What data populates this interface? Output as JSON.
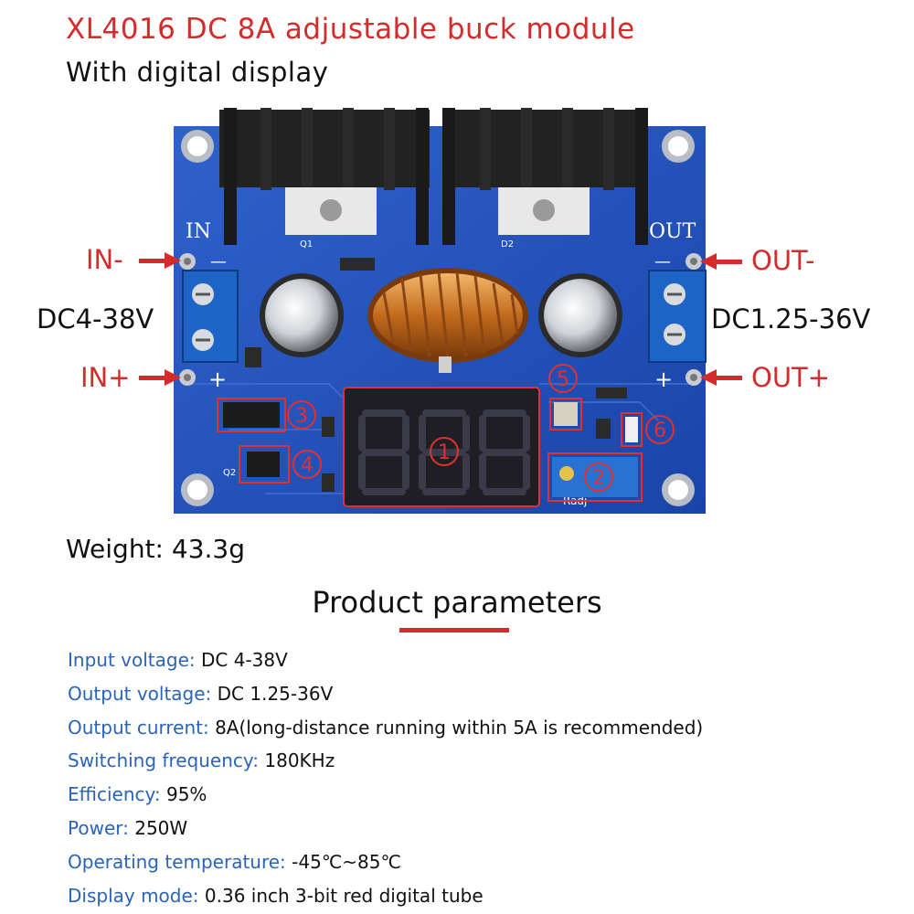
{
  "header": {
    "title": "XL4016 DC 8A adjustable buck module",
    "subtitle": "With digital display"
  },
  "board": {
    "silkscreen_in": "IN",
    "silkscreen_out": "OUT",
    "silkscreen_q1": "Q1",
    "silkscreen_d2": "D2",
    "silkscreen_q2": "Q2",
    "silkscreen_radj": "Radj",
    "silkscreen_minus": "—",
    "silkscreen_plus": "+",
    "markers": [
      "1",
      "2",
      "3",
      "4",
      "5",
      "6"
    ],
    "colors": {
      "pcb": "#1f4fb8",
      "heatsink": "#1d1d1d",
      "marker": "#e03030",
      "display_segment": "#1a1a2a"
    }
  },
  "labels": {
    "in_minus": "IN-",
    "in_plus": "IN+",
    "out_minus": "OUT-",
    "out_plus": "OUT+",
    "input_range": "DC4-38V",
    "output_range": "DC1.25-36V"
  },
  "weight": "Weight: 43.3g",
  "section": {
    "title": "Product parameters"
  },
  "params": [
    {
      "key": "Input voltage: ",
      "value": "DC 4-38V"
    },
    {
      "key": "Output voltage: ",
      "value": "DC 1.25-36V"
    },
    {
      "key": "Output current: ",
      "value": "8A(long-distance running within 5A is recommended)"
    },
    {
      "key": "Switching frequency: ",
      "value": "180KHz"
    },
    {
      "key": "Efficiency: ",
      "value": "95%"
    },
    {
      "key": "Power: ",
      "value": "250W"
    },
    {
      "key": "Operating temperature: ",
      "value": "-45℃~85℃"
    },
    {
      "key": "Display mode: ",
      "value": "0.36 inch 3-bit red digital tube"
    }
  ]
}
